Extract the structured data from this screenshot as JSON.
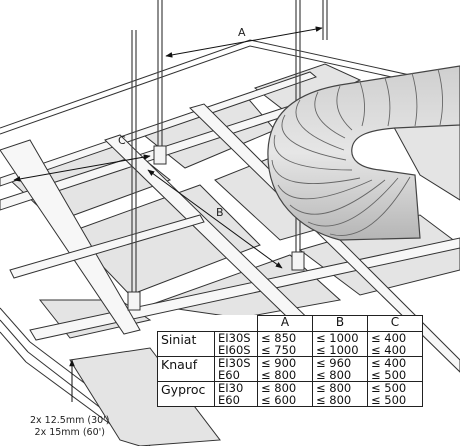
{
  "dimension_labels": {
    "a": "A",
    "b": "B",
    "c": "C"
  },
  "table": {
    "headers": [
      "A",
      "B",
      "C"
    ],
    "rows": [
      {
        "brand": "Siniat",
        "classes": [
          "EI30S",
          "EI60S"
        ],
        "a": [
          "≤ 850",
          "≤ 750"
        ],
        "b": [
          "≤ 1000",
          "≤ 1000"
        ],
        "c": [
          "≤ 400",
          "≤ 400"
        ]
      },
      {
        "brand": "Knauf",
        "classes": [
          "EI30S",
          "E60"
        ],
        "a": [
          "≤ 900",
          "≤ 800"
        ],
        "b": [
          "≤ 960",
          "≤ 800"
        ],
        "c": [
          "≤ 400",
          "≤ 500"
        ]
      },
      {
        "brand": "Gyproc",
        "classes": [
          "EI30",
          "E60"
        ],
        "a": [
          "≤ 800",
          "≤ 600"
        ],
        "b": [
          "≤ 800",
          "≤ 800"
        ],
        "c": [
          "≤ 500",
          "≤ 500"
        ]
      }
    ]
  },
  "board_note": [
    "2x 12.5mm (30')",
    "2x 15mm (60')"
  ]
}
